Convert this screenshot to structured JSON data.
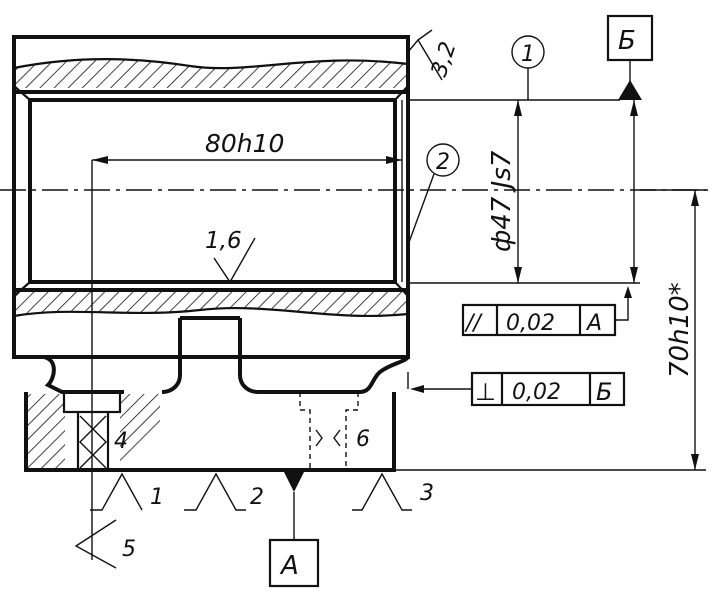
{
  "dimensions": {
    "length": "80h10",
    "diameter": "ф47 Js7",
    "height": "70h10*"
  },
  "roughness": {
    "outer_face": "3,2",
    "bore": "1,6"
  },
  "callouts": {
    "c1": "1",
    "c2": "2"
  },
  "datums": {
    "b": "Б",
    "a": "А"
  },
  "tolerance_frames": {
    "parallelism": {
      "symbol": "//",
      "value": "0,02",
      "datum": "А"
    },
    "perpendicularity": {
      "symbol": "⊥",
      "value": "0,02",
      "datum": "Б"
    }
  },
  "support_labels": {
    "s1": "1",
    "s2": "2",
    "s3": "3",
    "s4": "4",
    "s5": "5",
    "s6": "6"
  }
}
